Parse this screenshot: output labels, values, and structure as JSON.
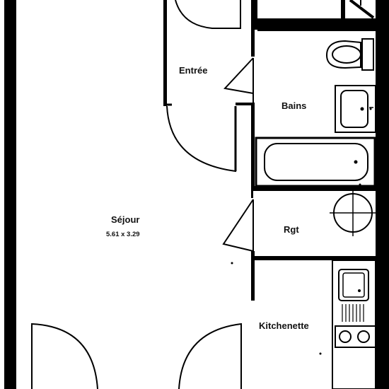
{
  "plan": {
    "rooms": {
      "entree": "Entrée",
      "bains": "Bains",
      "sejour": "Séjour",
      "sejour_dimensions": "5.61  x  3.29",
      "rgt": "Rgt",
      "kitchenette": "Kitchenette"
    }
  }
}
